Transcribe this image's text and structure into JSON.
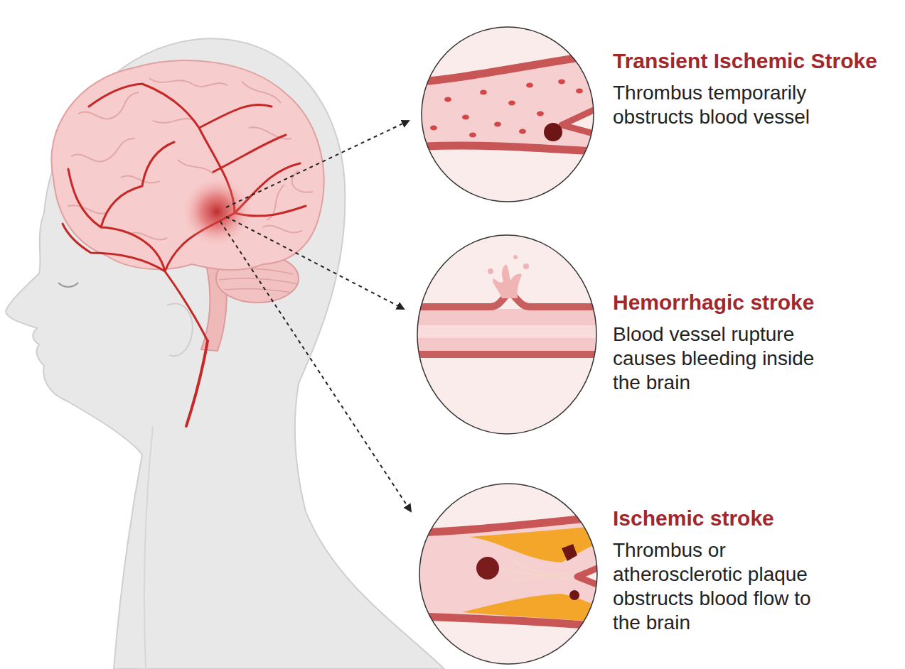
{
  "diagram": {
    "nodes": [
      {
        "text": [
          "Transient Ischemic Stroke",
          "Thrombus temporarily obstructs blood vessel"
        ]
      },
      {
        "text": [
          "Hemorrhagic stroke",
          "Blood vessel rupture causes bleeding inside the brain"
        ]
      },
      {
        "text": [
          "Ischemic stroke",
          "Thrombus or atherosclerotic plaque obstructs blood flow to the brain"
        ]
      }
    ]
  }
}
